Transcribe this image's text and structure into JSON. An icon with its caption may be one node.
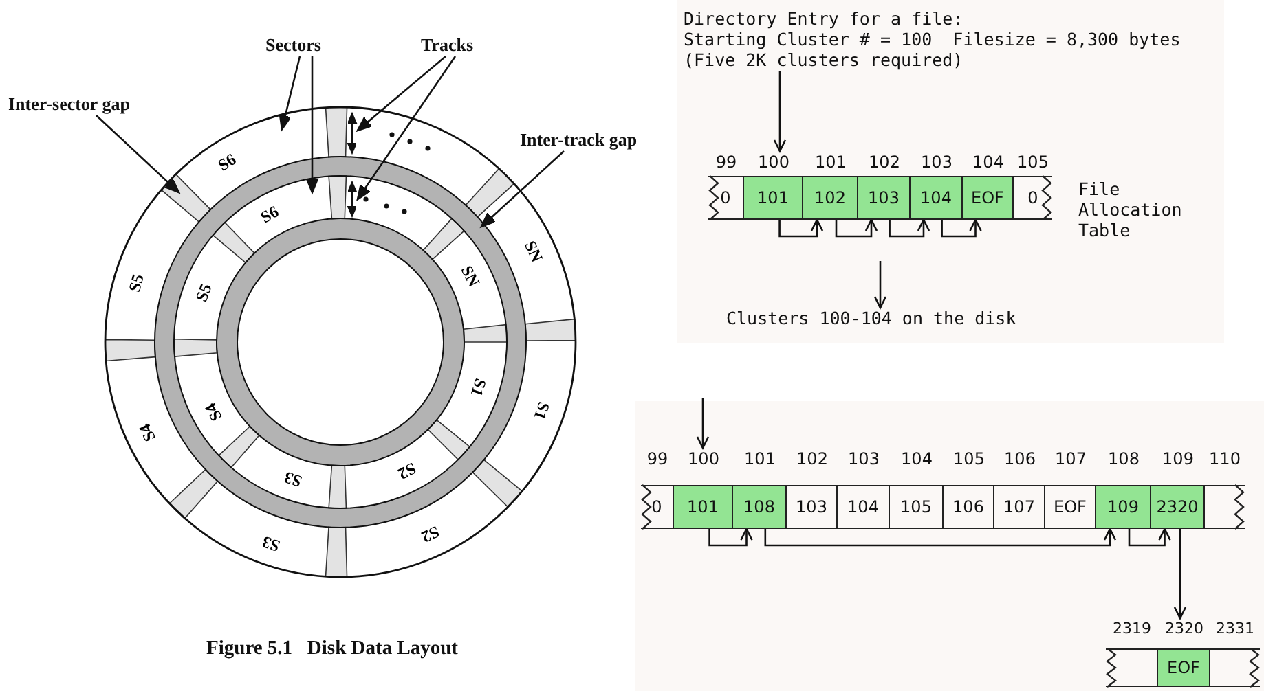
{
  "diagram": {
    "caption": "Figure 5.1   Disk Data Layout",
    "nodes": [
      {
        "text": [
          "Sectors"
        ]
      },
      {
        "text": [
          "Tracks"
        ]
      },
      {
        "text": [
          "Inter-sector gap"
        ]
      },
      {
        "text": [
          "Inter-track gap"
        ]
      },
      {
        "text": [
          "Directory Entry for a file:",
          "Starting Cluster # = 100  Filesize = 8,300 bytes",
          "(Five 2K clusters required)"
        ]
      },
      {
        "text": [
          "0"
        ],
        "beside": [
          "99"
        ]
      },
      {
        "text": [
          "101"
        ],
        "beside": [
          "100"
        ]
      },
      {
        "text": [
          "102"
        ],
        "beside": [
          "101"
        ]
      },
      {
        "text": [
          "103"
        ],
        "beside": [
          "102"
        ]
      },
      {
        "text": [
          "104"
        ],
        "beside": [
          "103"
        ]
      },
      {
        "text": [
          "EOF"
        ],
        "beside": [
          "104"
        ]
      },
      {
        "text": [
          "0"
        ],
        "beside": [
          "105"
        ]
      },
      {
        "text": [
          "Clusters 100-104 on the disk"
        ]
      },
      {
        "text": [
          "0"
        ],
        "beside": [
          "99"
        ]
      },
      {
        "text": [
          "101"
        ],
        "beside": [
          "100"
        ]
      },
      {
        "text": [
          "108"
        ],
        "beside": [
          "101"
        ]
      },
      {
        "text": [
          "103"
        ],
        "beside": [
          "102"
        ]
      },
      {
        "text": [
          "104"
        ],
        "beside": [
          "103"
        ]
      },
      {
        "text": [
          "105"
        ],
        "beside": [
          "104"
        ]
      },
      {
        "text": [
          "106"
        ],
        "beside": [
          "105"
        ]
      },
      {
        "text": [
          "107"
        ],
        "beside": [
          "106"
        ]
      },
      {
        "text": [
          "EOF"
        ],
        "beside": [
          "107"
        ]
      },
      {
        "text": [
          "109"
        ],
        "beside": [
          "108"
        ]
      },
      {
        "text": [
          "2320"
        ],
        "beside": [
          "109"
        ]
      },
      {
        "text": [],
        "shape": "box",
        "beside": [
          "110"
        ]
      },
      {
        "text": [],
        "shape": "box",
        "beside": [
          "2319"
        ]
      },
      {
        "text": [
          "EOF"
        ],
        "beside": [
          "2320"
        ]
      },
      {
        "text": [],
        "shape": "box",
        "beside": [
          "2331"
        ]
      }
    ],
    "edges": [
      {
        "from": 0,
        "to": null,
        "arrow": "to"
      },
      {
        "from": 0,
        "to": null,
        "arrow": "to"
      },
      {
        "from": 1,
        "to": null,
        "arrow": "to"
      },
      {
        "from": 1,
        "to": null,
        "arrow": "to"
      },
      {
        "from": 2,
        "to": null,
        "arrow": "to"
      },
      {
        "from": 3,
        "to": null,
        "arrow": "to"
      },
      {
        "from": 4,
        "to": 6,
        "arrow": "to"
      },
      {
        "from": 6,
        "to": 7,
        "arrow": "to"
      },
      {
        "from": 7,
        "to": 8,
        "arrow": "to"
      },
      {
        "from": 8,
        "to": 9,
        "arrow": "to"
      },
      {
        "from": 9,
        "to": 10,
        "arrow": "to"
      },
      {
        "from": null,
        "to": 12,
        "arrow": "to"
      },
      {
        "from": null,
        "to": 14,
        "arrow": "to"
      },
      {
        "from": 14,
        "to": 15,
        "arrow": "to"
      },
      {
        "from": 15,
        "to": 22,
        "arrow": "to"
      },
      {
        "from": 22,
        "to": 23,
        "arrow": "to"
      },
      {
        "from": 23,
        "to": 26,
        "arrow": "to"
      }
    ],
    "labels": [
      "S6",
      "S6",
      "SN",
      "SN",
      "S5",
      "S5",
      "File Allocation Table",
      "S1",
      "S1",
      "S4",
      "S4",
      "S2",
      "S2",
      "S3",
      "S3"
    ]
  }
}
